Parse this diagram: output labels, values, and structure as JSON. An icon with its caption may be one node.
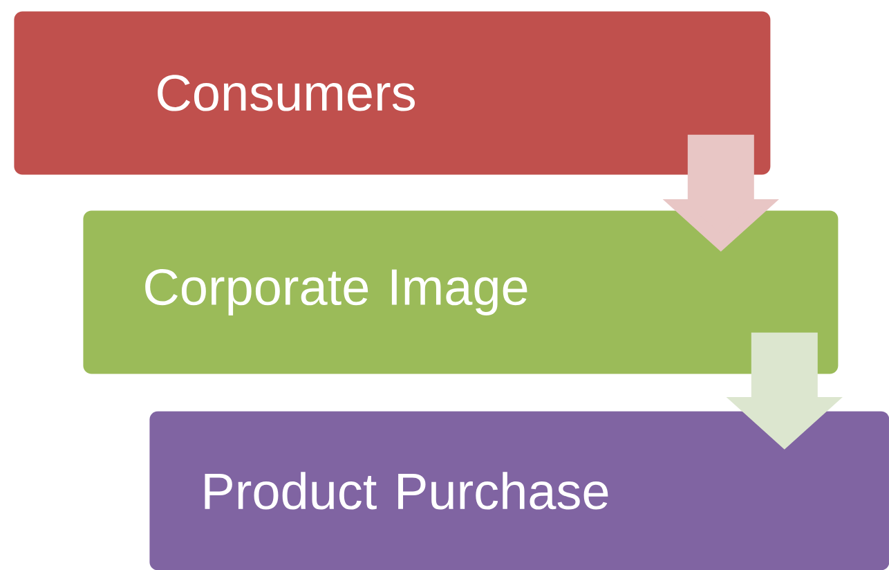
{
  "diagram": {
    "nodes": [
      {
        "text": [
          "Consumers"
        ]
      },
      {
        "text": [
          "Corporate Image"
        ]
      },
      {
        "text": [
          "Product Purchase"
        ]
      }
    ],
    "edges": [
      {
        "from": 0,
        "to": 1,
        "arrow": "to"
      },
      {
        "from": 1,
        "to": 2,
        "arrow": "to"
      }
    ]
  }
}
